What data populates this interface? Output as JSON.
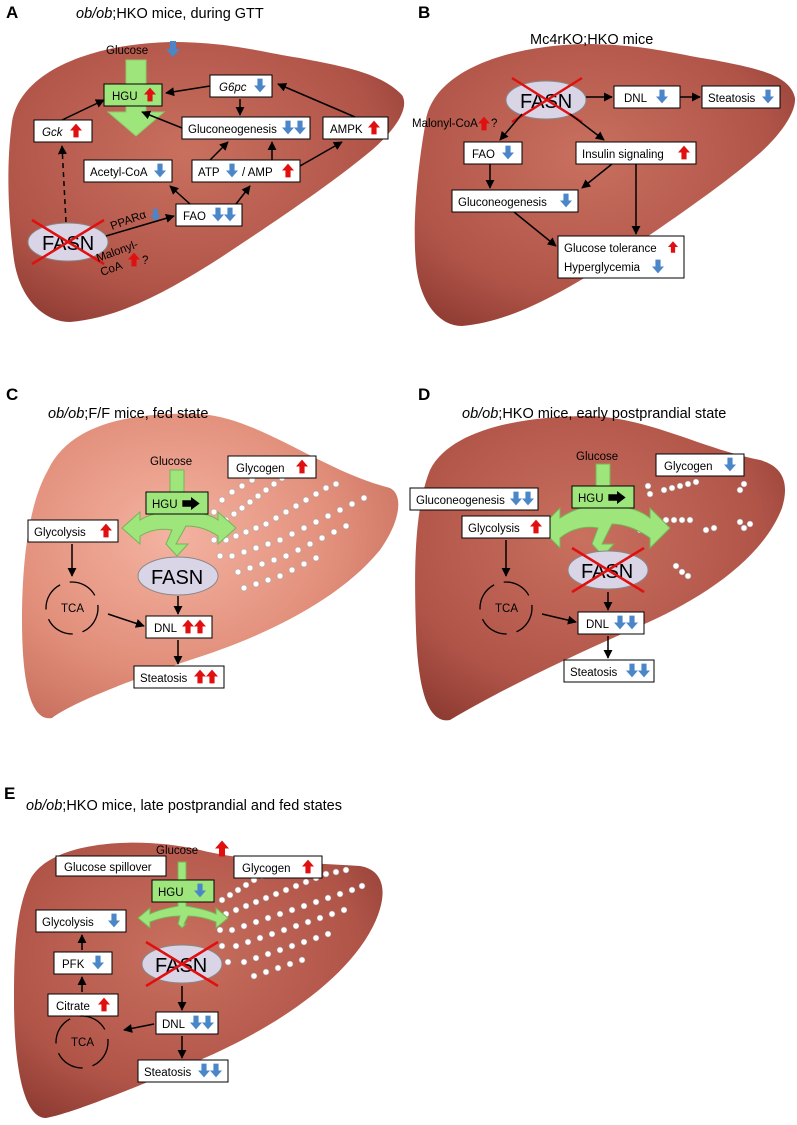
{
  "colors": {
    "up": "#e01010",
    "down": "#4a86c8",
    "liver": "#b85a4e",
    "liver_light": "#e0907c",
    "hgu": "#9ee57c",
    "fasn": "#d9d4e6",
    "spill": "#d01010"
  },
  "panels": {
    "a": {
      "label": "A",
      "title_italic": "ob/ob",
      "title_rest": ";HKO mice, during GTT",
      "glucose": "Glucose",
      "hgu": "HGU",
      "g6pc": "G6pc",
      "gck": "Gck",
      "gng": "Gluconeogenesis",
      "ampk": "AMPK",
      "acetyl": "Acetyl-CoA",
      "atp": "ATP",
      "amp": "/ AMP",
      "fao": "FAO",
      "ppar": "PPARα",
      "malonyl1": "Malonyl-",
      "malonyl2": "CoA",
      "q": "?",
      "fasn": "FASN"
    },
    "b": {
      "label": "B",
      "title": "Mc4rKO;HKO mice",
      "fasn": "FASN",
      "dnl": "DNL",
      "steatosis": "Steatosis",
      "malonyl": "Malonyl-CoA",
      "q": "?",
      "fao": "FAO",
      "insulin": "Insulin signaling",
      "gng": "Gluconeogenesis",
      "glucose_tol": "Glucose tolerance",
      "hyperglycemia": "Hyperglycemia"
    },
    "c": {
      "label": "C",
      "title_italic": "ob/ob",
      "title_rest": ";F/F mice, fed state",
      "glucose": "Glucose",
      "hgu": "HGU",
      "glycogen": "Glycogen",
      "glycolysis": "Glycolysis",
      "fasn": "FASN",
      "tca": "TCA",
      "dnl": "DNL",
      "steatosis": "Steatosis"
    },
    "d": {
      "label": "D",
      "title_italic": "ob/ob",
      "title_rest": ";HKO mice, early postprandial state",
      "glucose": "Glucose",
      "hgu": "HGU",
      "glycogen": "Glycogen",
      "gng": "Gluconeogenesis",
      "glycolysis": "Glycolysis",
      "fasn": "FASN",
      "tca": "TCA",
      "dnl": "DNL",
      "steatosis": "Steatosis"
    },
    "e": {
      "label": "E",
      "title_italic": "ob/ob",
      "title_rest": ";HKO mice, late postprandial and fed states",
      "glucose": "Glucose",
      "spillover": "Glucose spillover",
      "hgu": "HGU",
      "glycogen": "Glycogen",
      "glycolysis": "Glycolysis",
      "pfk": "PFK",
      "citrate": "Citrate",
      "fasn": "FASN",
      "tca": "TCA",
      "dnl": "DNL",
      "steatosis": "Steatosis"
    }
  }
}
